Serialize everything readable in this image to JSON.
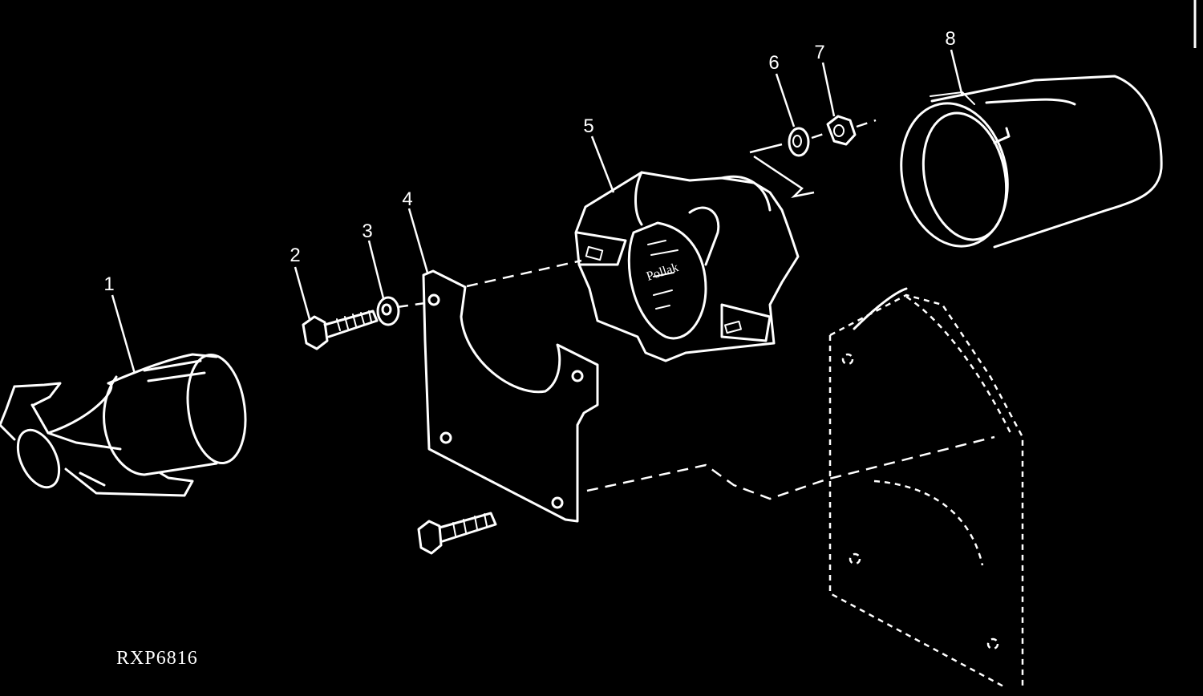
{
  "diagram": {
    "callouts": [
      "1",
      "2",
      "3",
      "4",
      "5",
      "6",
      "7",
      "8"
    ],
    "figure_code": "RXP6816"
  }
}
